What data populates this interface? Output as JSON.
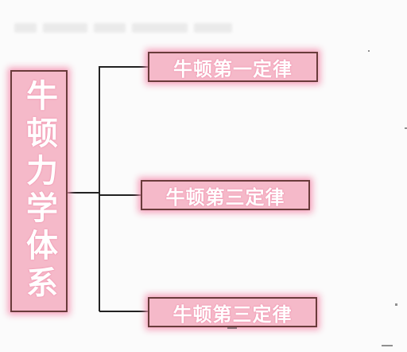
{
  "diagram": {
    "root": {
      "label": "牛顿力学体系"
    },
    "branches": [
      {
        "label": "牛顿第一定律"
      },
      {
        "label": "牛顿第三定律"
      },
      {
        "label": "牛顿第三定律"
      }
    ]
  },
  "colors": {
    "box_fill": "#f5b9c9",
    "box_border": "#6a3b3b",
    "glow": "#f49ab6",
    "line": "#222222",
    "text": "#ffffff"
  }
}
